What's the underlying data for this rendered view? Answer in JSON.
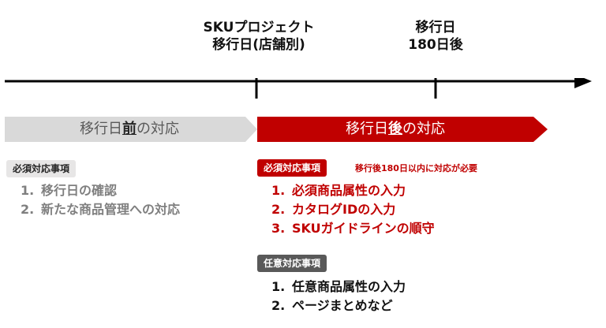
{
  "milestones": {
    "sku_launch": {
      "line1": "SKUプロジェクト",
      "line2": "移行日(店舗別)"
    },
    "after_180": {
      "line1": "移行日",
      "line2": "180日後"
    }
  },
  "phases": {
    "before": {
      "prefix": "移行日",
      "emphasis": "前",
      "suffix": "の対応"
    },
    "after": {
      "prefix": "移行日",
      "emphasis": "後",
      "suffix": "の対応"
    }
  },
  "before_section": {
    "tag": "必須対応事項",
    "items": [
      {
        "num": "1.",
        "text": "移行日の確認"
      },
      {
        "num": "2.",
        "text": "新たな商品管理への対応"
      }
    ]
  },
  "after_required": {
    "tag": "必須対応事項",
    "note": "移行後180日以内に対応が必要",
    "items": [
      {
        "num": "1.",
        "text": "必須商品属性の入力"
      },
      {
        "num": "2.",
        "text": "カタログIDの入力"
      },
      {
        "num": "3.",
        "text": "SKUガイドラインの順守"
      }
    ]
  },
  "after_optional": {
    "tag": "任意対応事項",
    "items": [
      {
        "num": "1.",
        "text": "任意商品属性の入力"
      },
      {
        "num": "2.",
        "text": "ページまとめなど"
      }
    ]
  },
  "colors": {
    "red": "#c00000",
    "gray_banner": "#d9d9d9",
    "gray_text": "#7f7f7f",
    "dark_tag": "#595959",
    "light_tag": "#e7e6e6",
    "axis": "#000000"
  }
}
